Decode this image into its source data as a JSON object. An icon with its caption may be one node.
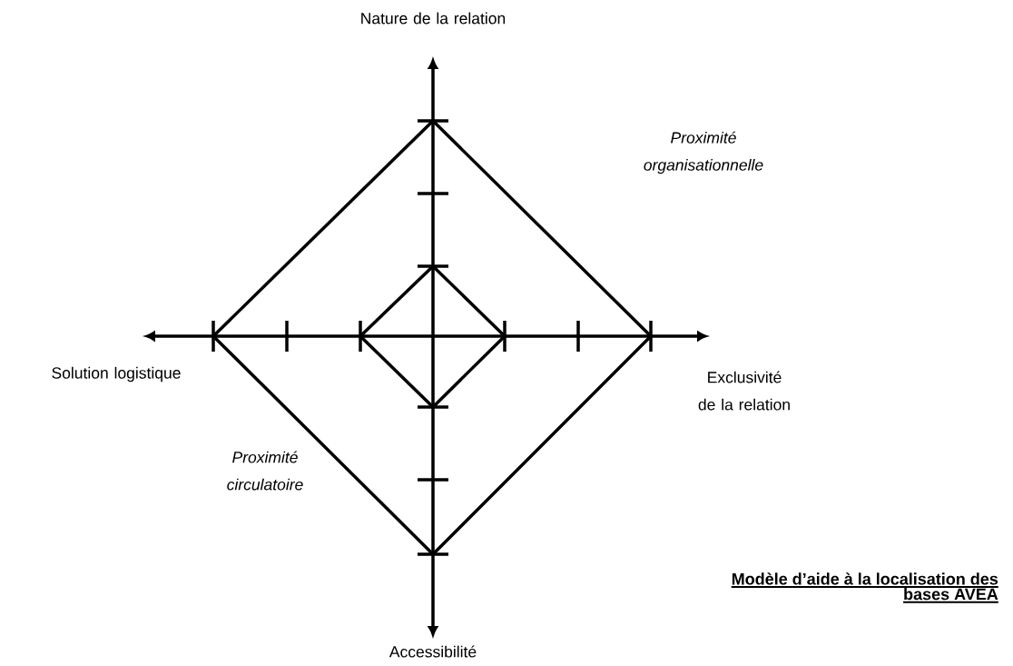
{
  "diagram": {
    "title": "Modèle d’aide à la localisation des bases AVEA",
    "labels": [
      "Nature de la relation",
      "Proximité organisationnelle",
      "Solution logistique",
      "Exclusivité de la relation",
      "Proximité circulatoire",
      "Accessibilité"
    ]
  }
}
